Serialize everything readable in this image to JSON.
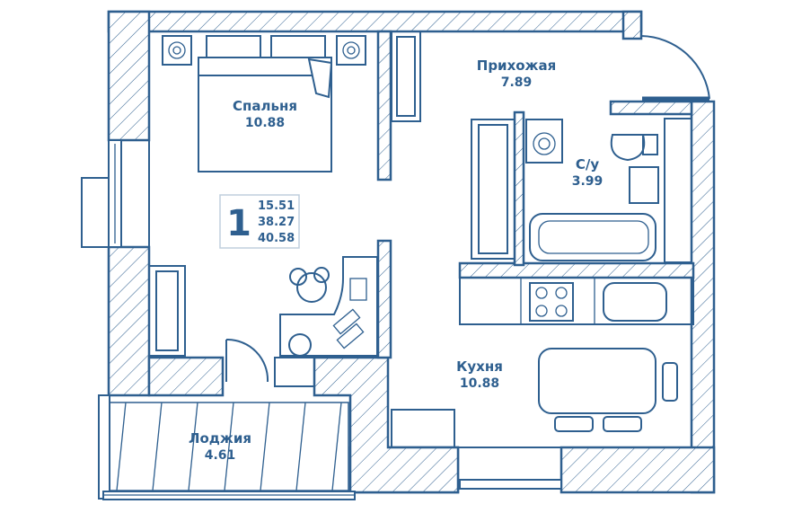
{
  "colors": {
    "line": "#2e5f8f",
    "background": "#ffffff"
  },
  "rooms": {
    "bedroom": {
      "name": "Спальня",
      "area": "10.88"
    },
    "hallway": {
      "name": "Прихожая",
      "area": "7.89"
    },
    "bathroom": {
      "name": "С/у",
      "area": "3.99"
    },
    "kitchen": {
      "name": "Кухня",
      "area": "10.88"
    },
    "loggia": {
      "name": "Лоджия",
      "area": "4.61"
    }
  },
  "summary": {
    "rooms_count": "1",
    "living_area": "15.51",
    "total_area": "38.27",
    "area_with_loggia": "40.58"
  }
}
